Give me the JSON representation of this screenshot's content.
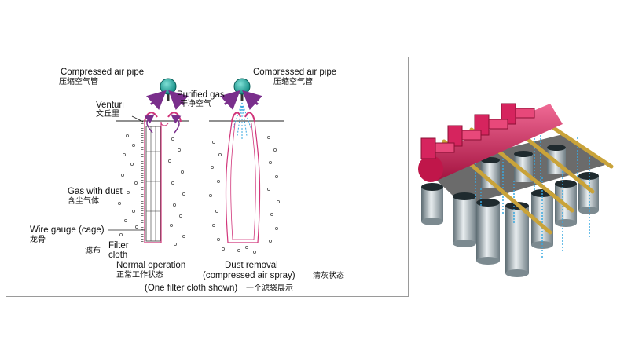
{
  "left_diagram": {
    "left_bag": {
      "compressed_air_pipe_en": "Compressed air pipe",
      "compressed_air_pipe_cn": "压缩空气管",
      "purified_gas_en": "Purified gas",
      "purified_gas_cn": "干净空气",
      "venturi_en": "Venturi",
      "venturi_cn": "文丘里",
      "gas_with_dust_en": "Gas with dust",
      "gas_with_dust_cn": "含尘气体",
      "wire_gauge_en": "Wire gauge (cage)",
      "wire_gauge_cn": "龙骨",
      "filter_cloth_en_1": "Filter",
      "filter_cloth_en_2": "cloth",
      "filter_cloth_cn": "滤布",
      "caption_en": "Normal operation",
      "caption_cn": "正常工作状态"
    },
    "right_bag": {
      "compressed_air_pipe_en": "Compressed air pipe",
      "compressed_air_pipe_cn": "压缩空气管",
      "caption_en_1": "Dust removal",
      "caption_en_2": "(compressed air spray)",
      "caption_cn": "清灰状态"
    },
    "footer_en": "(One filter cloth shown)",
    "footer_cn": "一个滤袋展示"
  },
  "colors": {
    "pipe_teal": "#1aa39a",
    "arrow_purple": "#7a2f8c",
    "bag_pink": "#d1357a",
    "manifold_magenta": "#d6245e",
    "blowpipe_gold": "#c9a33a",
    "plate_grey": "#6b6b6b",
    "spray_blue": "#39a8e0"
  }
}
